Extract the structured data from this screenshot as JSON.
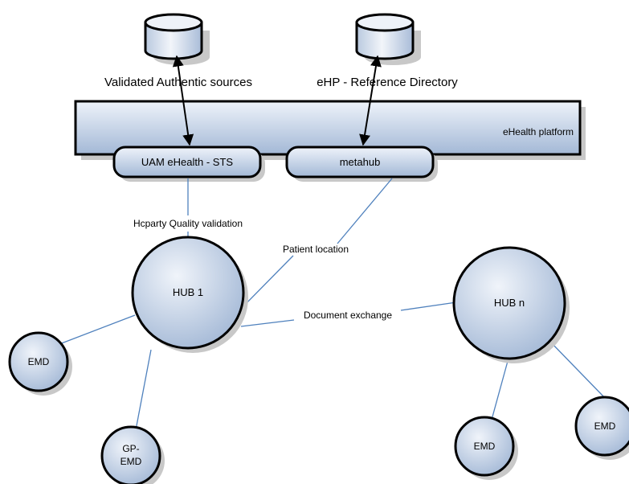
{
  "databases": {
    "authentic_sources": "Validated Authentic sources",
    "reference_directory": "eHP - Reference Directory"
  },
  "platform": {
    "label": "eHealth platform",
    "services": {
      "uam_sts": "UAM eHealth - STS",
      "metahub": "metahub"
    }
  },
  "connections": {
    "hcparty_validation": "Hcparty Quality validation",
    "patient_location": "Patient location",
    "document_exchange": "Document exchange"
  },
  "nodes": {
    "hub1": "HUB 1",
    "hubn": "HUB n",
    "emd_left": "EMD",
    "gp_emd_line1": "GP-",
    "gp_emd_line2": "EMD",
    "emd_bottom": "EMD",
    "emd_right": "EMD"
  },
  "colors": {
    "fill_light": "#e8eef8",
    "fill_dark": "#a8bcd9",
    "connector": "#4f81bd",
    "outline": "#000000",
    "shadow": "#c8c8c8"
  }
}
